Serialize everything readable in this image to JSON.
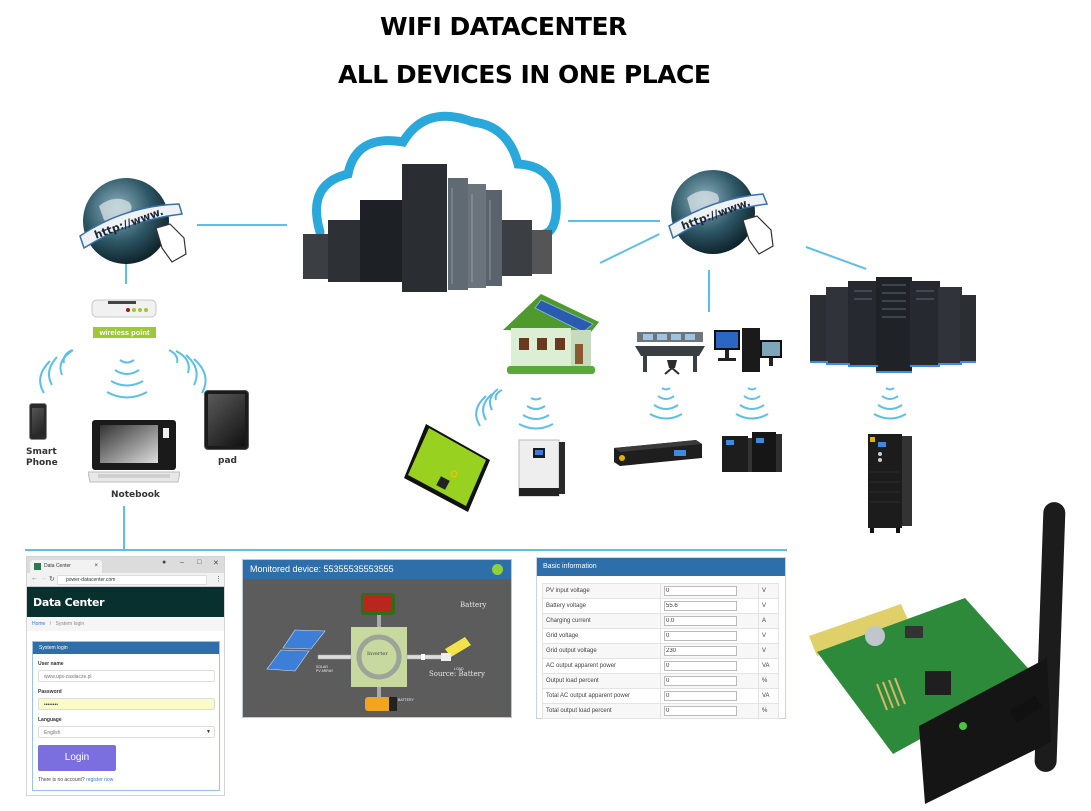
{
  "header": {
    "title_line1": "WIFI DATACENTER",
    "title_line2": "ALL DEVICES IN ONE PLACE"
  },
  "network": {
    "left_globe_text": "http://www.",
    "right_globe_text": "http://www.",
    "router_label": "wireless point",
    "devices": {
      "smartphone": "Smart\nPhone",
      "smartphone_line1": "Smart",
      "smartphone_line2": "Phone",
      "pad": "pad",
      "notebook": "Notebook"
    },
    "colors": {
      "link_line": "#5cc0e6",
      "router_label_bg": "#9cc83a"
    }
  },
  "browser": {
    "tab_title": "Data Center",
    "address": "power-datacenter.com",
    "window_controls": [
      "●",
      "–",
      "□",
      "✕"
    ],
    "app_title": "Data Center",
    "breadcrumb": {
      "home": "Home",
      "separator": "/",
      "current": "System login"
    },
    "login_panel": {
      "title": "System login",
      "username_label": "User name",
      "username_value": "www.ups-zasilacze.pl",
      "password_label": "Password",
      "password_value": "••••••••",
      "language_label": "Language",
      "language_value": "English",
      "login_button": "Login",
      "no_account_text": "There is no account?",
      "register_link": "register now"
    },
    "colors": {
      "app_bar": "#08302e",
      "login_button": "#7b6fe0",
      "panel_header": "#2f6ea8"
    }
  },
  "monitor": {
    "title": "Monitored device: 55355535553555",
    "status": "online",
    "status_color": "#8ed23a",
    "mode_text": "Battery",
    "source_text": "Source: Battery",
    "inverter_label": "Inverter",
    "solar_label_line1": "SOLAR",
    "solar_label_line2": "PV ARRAY",
    "load_label": "LOAD",
    "battery_label": "BATTERY"
  },
  "basic_info": {
    "title": "Basic information",
    "rows": [
      {
        "label": "PV input voltage",
        "value": "0",
        "unit": "V"
      },
      {
        "label": "Battery voltage",
        "value": "55.6",
        "unit": "V"
      },
      {
        "label": "Charging current",
        "value": "0.0",
        "unit": "A"
      },
      {
        "label": "Grid voltage",
        "value": "0",
        "unit": "V"
      },
      {
        "label": "Grid output voltage",
        "value": "230",
        "unit": "V"
      },
      {
        "label": "AC output apparent power",
        "value": "0",
        "unit": "VA"
      },
      {
        "label": "Output load percent",
        "value": "0",
        "unit": "%"
      },
      {
        "label": "Total AC output apparent power",
        "value": "0",
        "unit": "VA"
      },
      {
        "label": "Total output load percent",
        "value": "0",
        "unit": "%"
      }
    ]
  },
  "icons": [
    "globe-http-icon",
    "cloud-datacenter-icon",
    "router-icon",
    "wifi-signal-icon",
    "smartphone-icon",
    "tablet-icon",
    "laptop-icon",
    "solar-house-icon",
    "solar-inverter-icon",
    "hybrid-inverter-icon",
    "control-room-icon",
    "desktop-pc-icon",
    "rack-ups-icon",
    "tower-ups-icon",
    "server-rack-icon",
    "large-ups-icon",
    "wifi-card-icon"
  ]
}
